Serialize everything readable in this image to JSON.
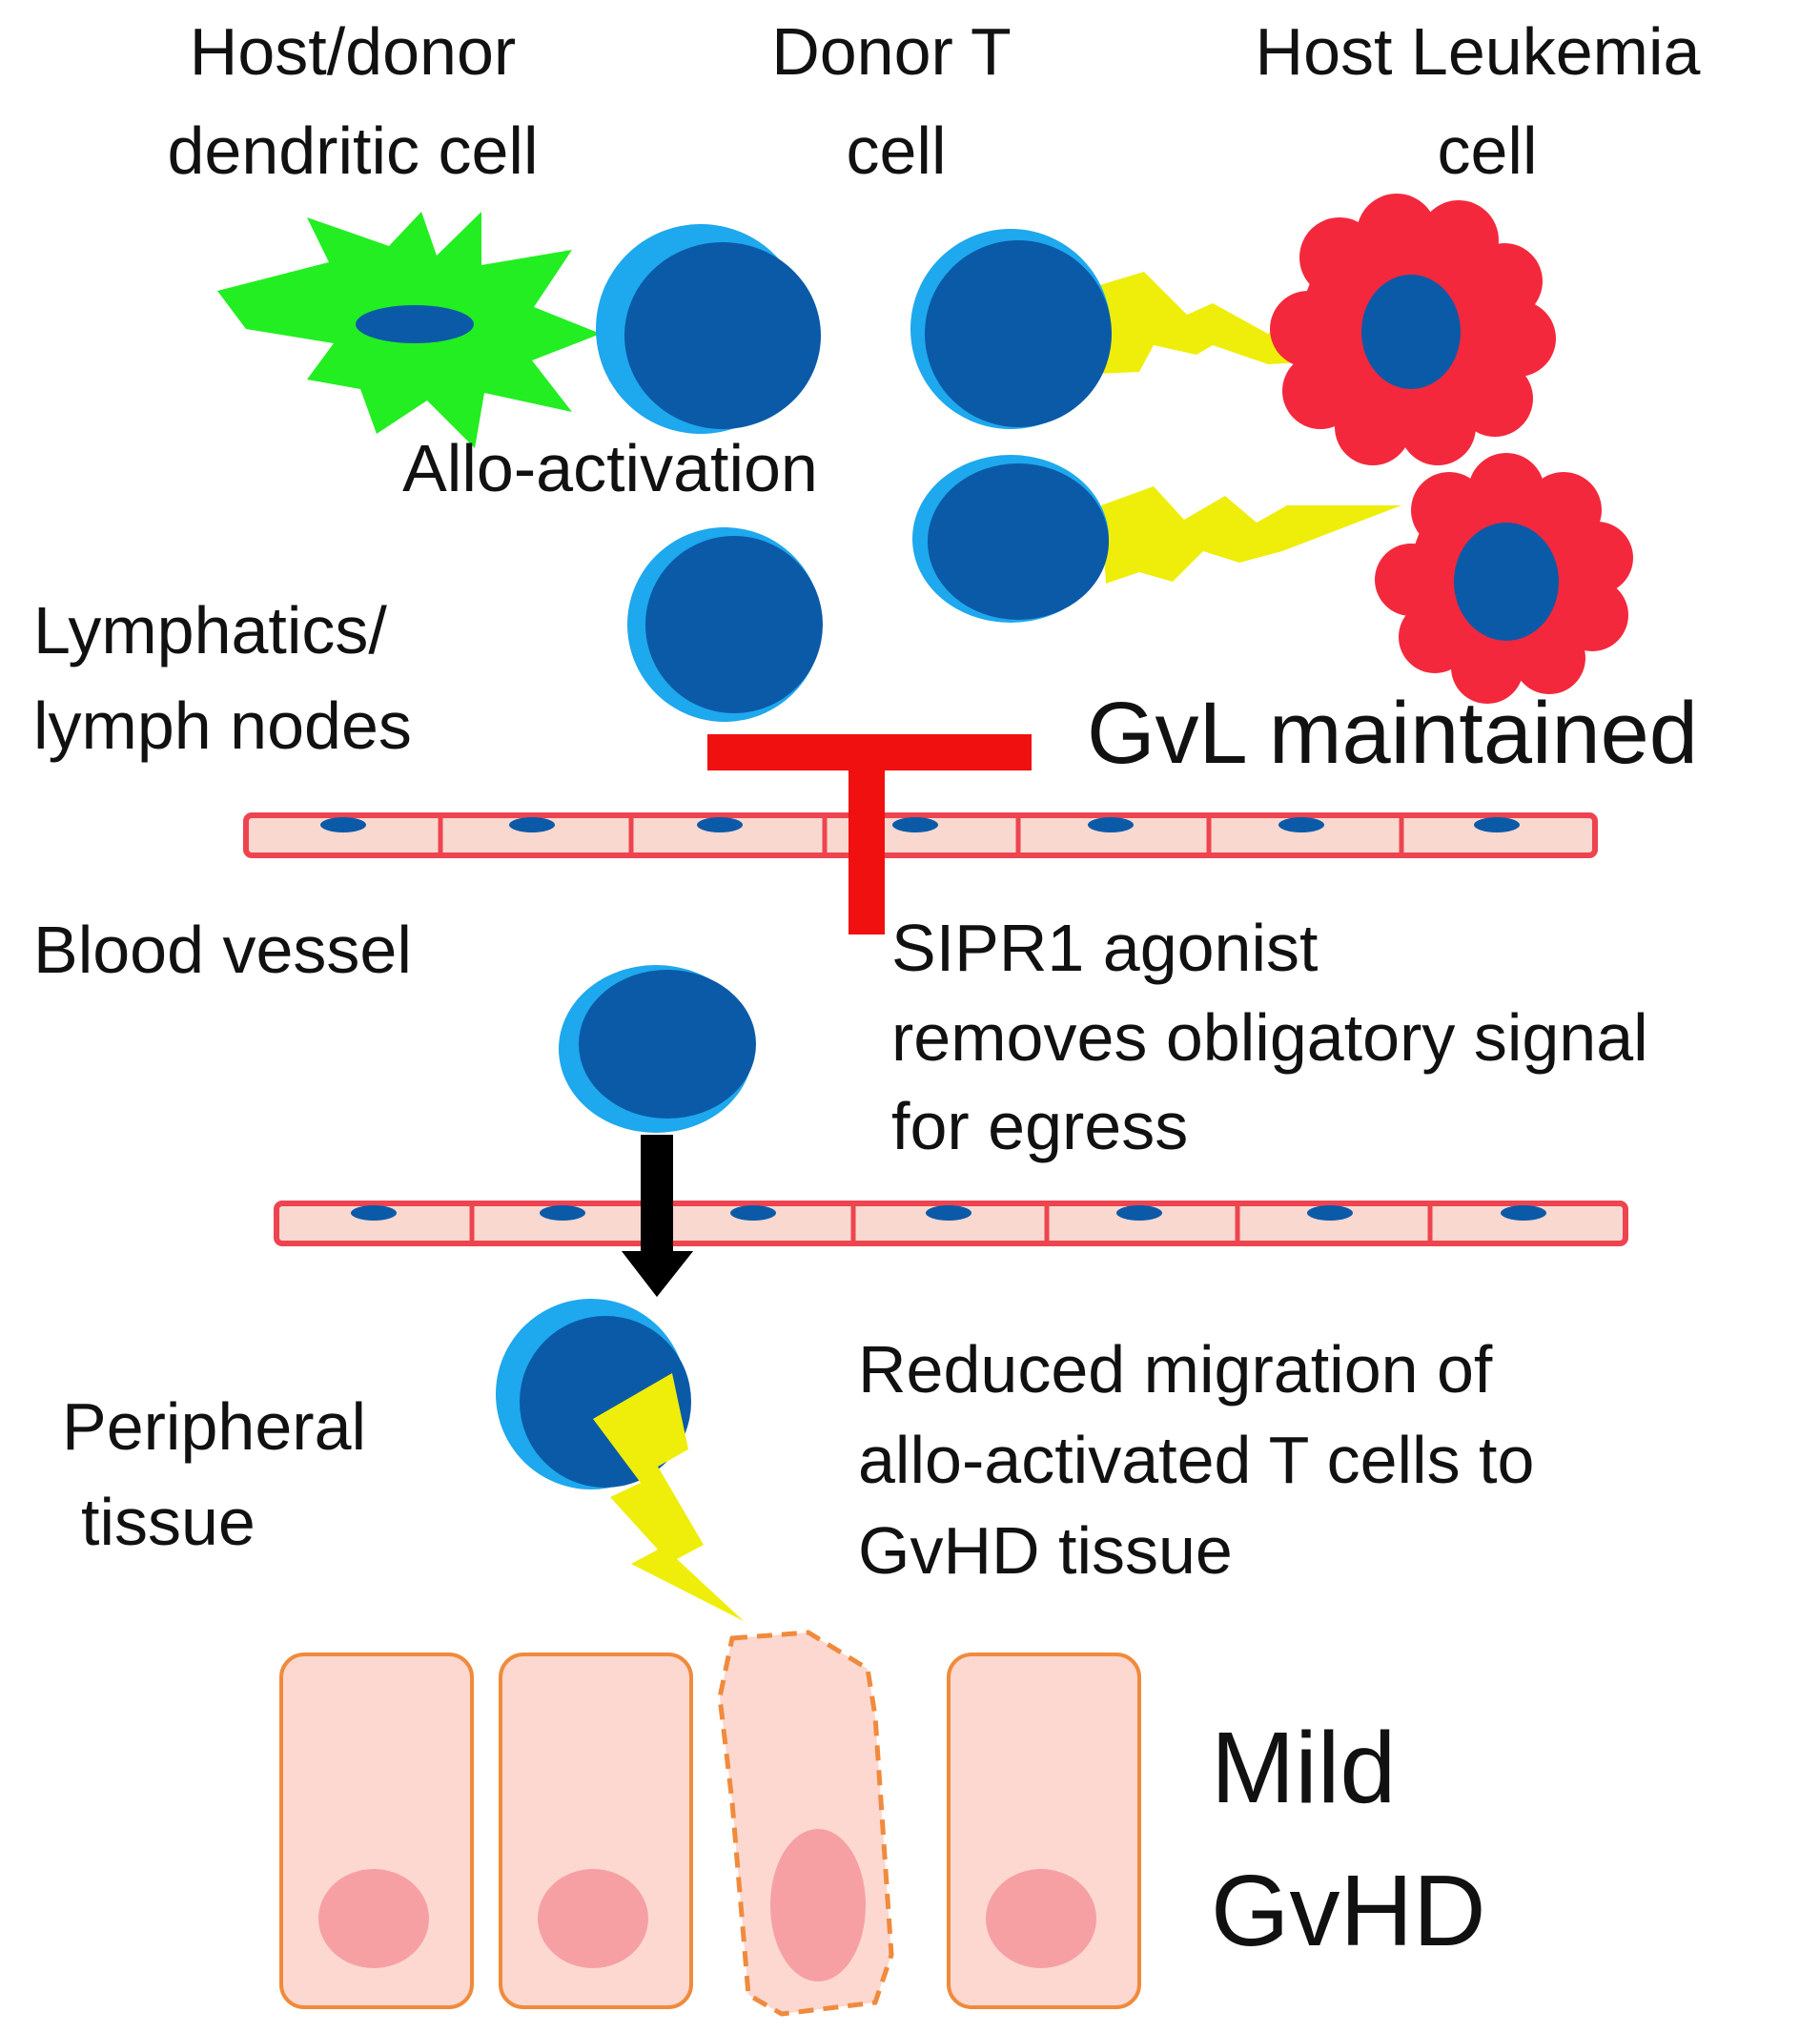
{
  "labels": {
    "dendritic_line1": "Host/donor",
    "dendritic_line2": "dendritic cell",
    "tcell_line1": "Donor T",
    "tcell_line2": "cell",
    "leukemia_line1": "Host Leukemia",
    "leukemia_line2": "cell",
    "allo_activation": "Allo-activation",
    "lymph_line1": "Lymphatics/",
    "lymph_line2": "lymph nodes",
    "gvl": "GvL maintained",
    "blood_vessel": "Blood vessel",
    "s1pr1_line1": "SIPR1 agonist",
    "s1pr1_line2": "removes obligatory signal",
    "s1pr1_line3": "for egress",
    "peripheral_line1": "Peripheral",
    "peripheral_line2": "tissue",
    "reduced_line1": "Reduced migration of",
    "reduced_line2": "allo-activated T cells to",
    "reduced_line3": "GvHD tissue",
    "mild_line1": "Mild",
    "mild_line2": "GvHD"
  },
  "colors": {
    "dendritic_green": "#22ee22",
    "cell_light_blue": "#1ea8ee",
    "cell_dark_blue": "#0b5aa8",
    "leukemia_red": "#f4283c",
    "lightning_yellow": "#eeee0a",
    "inhibitor_red": "#f01010",
    "vessel_fill": "#f9d8d0",
    "vessel_border": "#ee4450",
    "tissue_fill": "#fcd8d0",
    "tissue_border": "#f08a3c",
    "tissue_nucleus": "#f6a0a4",
    "arrow_black": "#000000"
  },
  "icons": {
    "dendritic": "dendritic-cell-icon",
    "tcell": "t-cell-icon",
    "leukemia": "leukemia-cell-icon",
    "lightning": "lightning-bolt-icon",
    "inhibitor": "inhibition-t-bar-icon",
    "arrow": "down-arrow-icon"
  }
}
